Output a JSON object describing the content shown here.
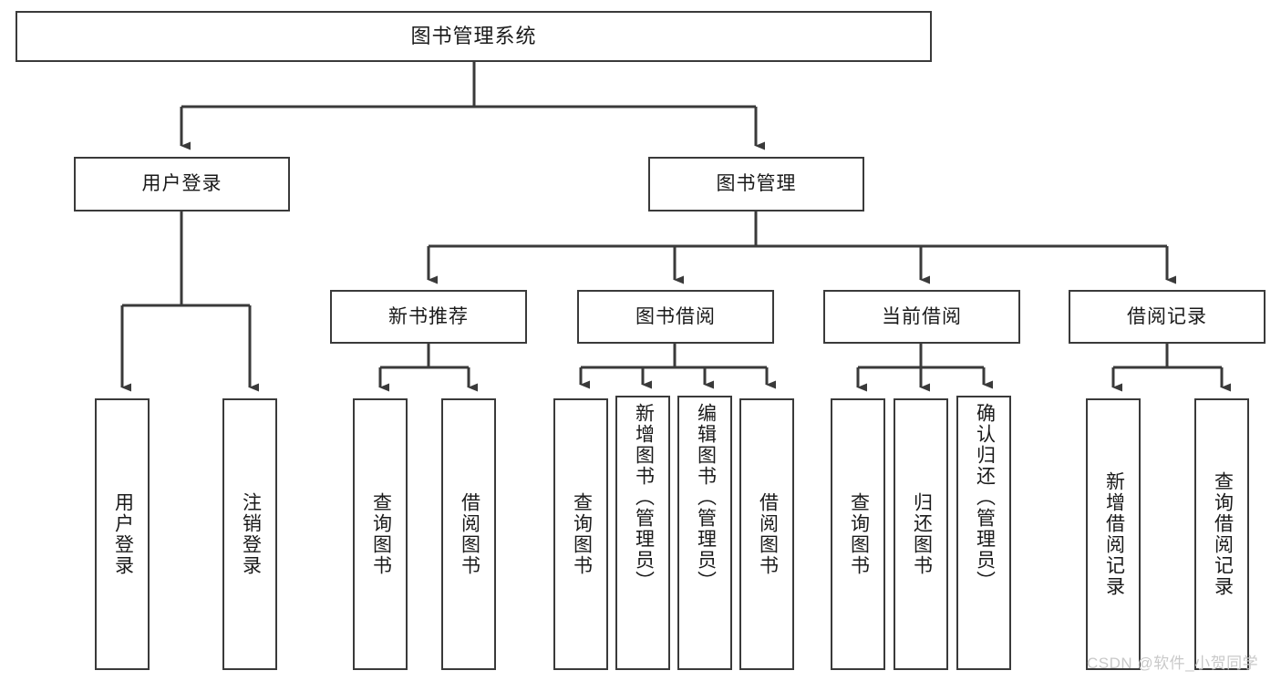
{
  "diagram": {
    "type": "hierarchy-tree",
    "title": "图书管理系统",
    "style": {
      "box_border_color": "#3a3a3a",
      "box_fill": "#ffffff",
      "connector_color": "#3a3a3a",
      "text_color": "#1a1a1a",
      "background": "#ffffff"
    },
    "levels": 4,
    "root": {
      "id": "root",
      "label": "图书管理系统",
      "orientation": "horizontal"
    },
    "level2": [
      {
        "id": "user-login",
        "label": "用户登录",
        "orientation": "horizontal"
      },
      {
        "id": "book-management",
        "label": "图书管理",
        "orientation": "horizontal"
      }
    ],
    "level3": [
      {
        "id": "new-book-recommend",
        "label": "新书推荐",
        "orientation": "horizontal",
        "parent": "book-management"
      },
      {
        "id": "book-borrow",
        "label": "图书借阅",
        "orientation": "horizontal",
        "parent": "book-management"
      },
      {
        "id": "current-borrow",
        "label": "当前借阅",
        "orientation": "horizontal",
        "parent": "book-management"
      },
      {
        "id": "borrow-record",
        "label": "借阅记录",
        "orientation": "horizontal",
        "parent": "book-management"
      }
    ],
    "leaves": [
      {
        "id": "leaf-user-login",
        "label": "用户登录",
        "parent": "user-login",
        "orientation": "vertical"
      },
      {
        "id": "leaf-logout-login",
        "label": "注销登录",
        "parent": "user-login",
        "orientation": "vertical"
      },
      {
        "id": "leaf-query-book-1",
        "label": "查询图书",
        "parent": "new-book-recommend",
        "orientation": "vertical"
      },
      {
        "id": "leaf-borrow-book-1",
        "label": "借阅图书",
        "parent": "new-book-recommend",
        "orientation": "vertical"
      },
      {
        "id": "leaf-query-book-2",
        "label": "查询图书",
        "parent": "book-borrow",
        "orientation": "vertical"
      },
      {
        "id": "leaf-add-book",
        "label": "新增图书（管理员）",
        "parent": "book-borrow",
        "orientation": "vertical"
      },
      {
        "id": "leaf-edit-book",
        "label": "编辑图书（管理员）",
        "parent": "book-borrow",
        "orientation": "vertical"
      },
      {
        "id": "leaf-borrow-book-2",
        "label": "借阅图书",
        "parent": "book-borrow",
        "orientation": "vertical"
      },
      {
        "id": "leaf-query-book-3",
        "label": "查询图书",
        "parent": "current-borrow",
        "orientation": "vertical"
      },
      {
        "id": "leaf-return-book",
        "label": "归还图书",
        "parent": "current-borrow",
        "orientation": "vertical"
      },
      {
        "id": "leaf-confirm-return",
        "label": "确认归还（管理员）",
        "parent": "current-borrow",
        "orientation": "vertical"
      },
      {
        "id": "leaf-add-record",
        "label": "新增借阅记录",
        "parent": "borrow-record",
        "orientation": "vertical"
      },
      {
        "id": "leaf-query-record",
        "label": "查询借阅记录",
        "parent": "borrow-record",
        "orientation": "vertical"
      }
    ]
  },
  "watermark": {
    "text": "CSDN @软件_小贺同学"
  }
}
